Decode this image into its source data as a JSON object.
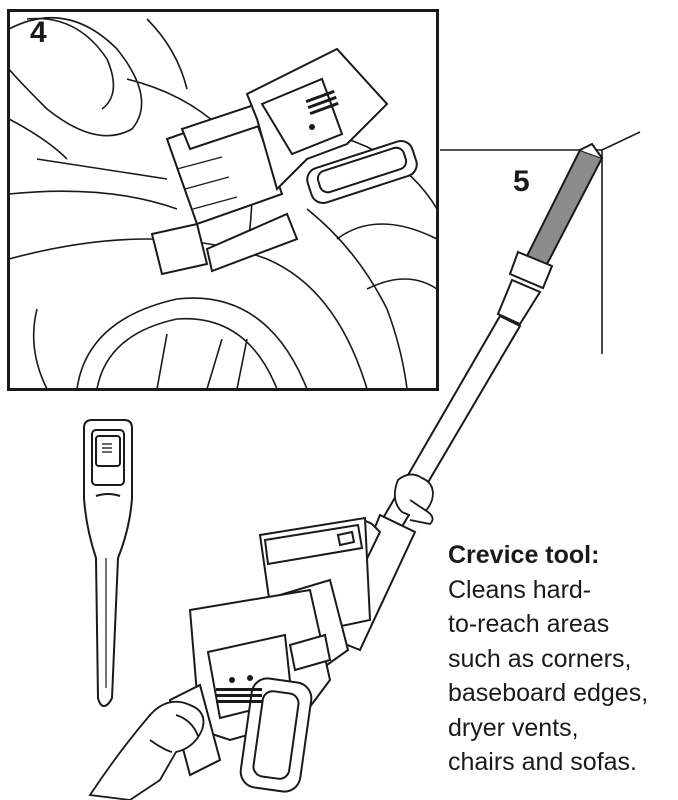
{
  "steps": {
    "step_4": "4",
    "step_5": "5"
  },
  "description": {
    "title": "Crevice tool:",
    "lines": [
      "Cleans hard-",
      "to-reach areas",
      "such as corners,",
      "baseboard edges,",
      "dryer vents,",
      "chairs and sofas."
    ]
  },
  "icons": {
    "car_interior": "car-interior-scene",
    "handheld_vacuum": "handheld-vacuum-with-crevice-tool",
    "crevice_tool": "crevice-tool",
    "stick_vacuum": "stick-vacuum-with-extended-wand"
  },
  "colors": {
    "line": "#1a1a1a",
    "tool_tip_fill": "#8c8c8c",
    "background": "#ffffff"
  }
}
